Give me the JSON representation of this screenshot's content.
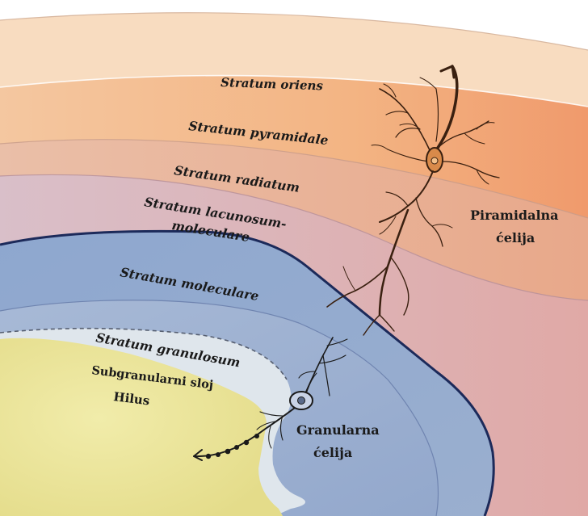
{
  "layers": {
    "oriens": "Stratum oriens",
    "pyramidale": "Stratum pyramidale",
    "radiatum": "Stratum radiatum",
    "lacunosum_line1": "Stratum lacunosum-",
    "lacunosum_line2": "moleculare",
    "moleculare": "Stratum moleculare",
    "granulosum_line1": "Stratum granulosum",
    "subgranular": "Subgranularni sloj",
    "hilus": "Hilus"
  },
  "cells": {
    "pyramidal_line1": "Piramidalna",
    "pyramidal_line2": "ćelija",
    "granule_line1": "Granularna",
    "granule_line2": "ćelija"
  }
}
